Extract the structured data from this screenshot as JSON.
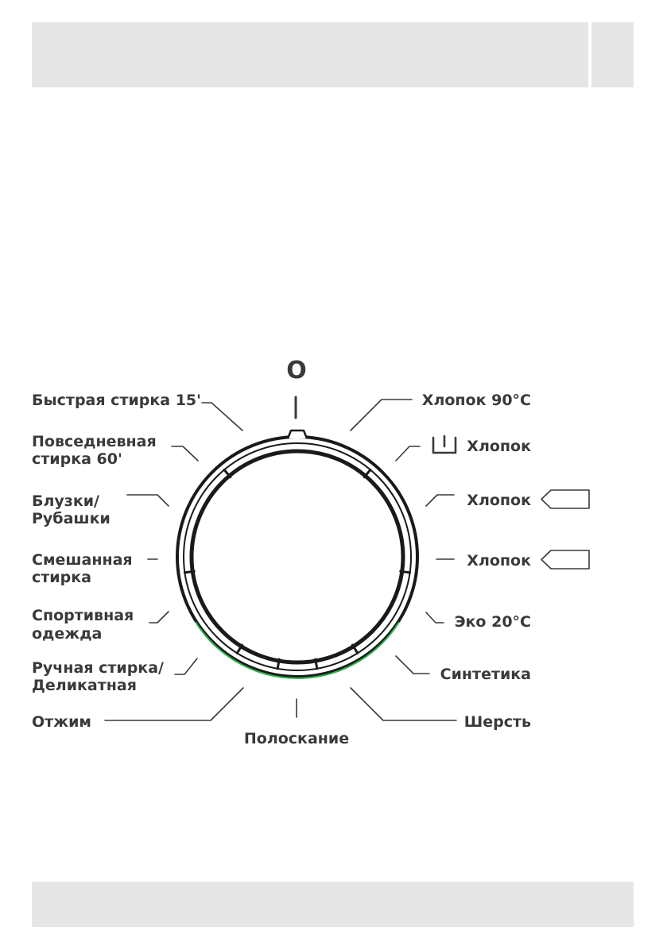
{
  "dial": {
    "off_symbol": "O",
    "programs": [
      {
        "id": "quick15",
        "lines": [
          "Быстрая стирка 15'"
        ]
      },
      {
        "id": "daily60",
        "lines": [
          "Повседневная",
          "стирка 60'"
        ]
      },
      {
        "id": "blouses",
        "lines": [
          "Блузки/",
          "Рубашки"
        ]
      },
      {
        "id": "mixed",
        "lines": [
          "Смешанная",
          "стирка"
        ]
      },
      {
        "id": "sports",
        "lines": [
          "Спортивная",
          "одежда"
        ]
      },
      {
        "id": "handwash",
        "lines": [
          "Ручная стирка/",
          "Деликатная"
        ]
      },
      {
        "id": "spin",
        "lines": [
          "Отжим"
        ]
      },
      {
        "id": "rinse",
        "lines": [
          "Полоскание"
        ]
      },
      {
        "id": "wool",
        "lines": [
          "Шерсть"
        ]
      },
      {
        "id": "synthetics",
        "lines": [
          "Синтетика"
        ]
      },
      {
        "id": "eco20",
        "lines": [
          "Эко 20°C"
        ]
      },
      {
        "id": "cotton-tag2",
        "lines": [
          "Хлопок"
        ]
      },
      {
        "id": "cotton-tag1",
        "lines": [
          "Хлопок"
        ]
      },
      {
        "id": "cotton-prewash",
        "lines": [
          "Хлопок"
        ]
      },
      {
        "id": "cotton90",
        "lines": [
          "Хлопок 90°C"
        ]
      }
    ]
  },
  "colors": {
    "ring": "#1a1a1a",
    "accent": "#2bb24c",
    "band": "#e6e6e6",
    "text": "#3a3a3a"
  }
}
